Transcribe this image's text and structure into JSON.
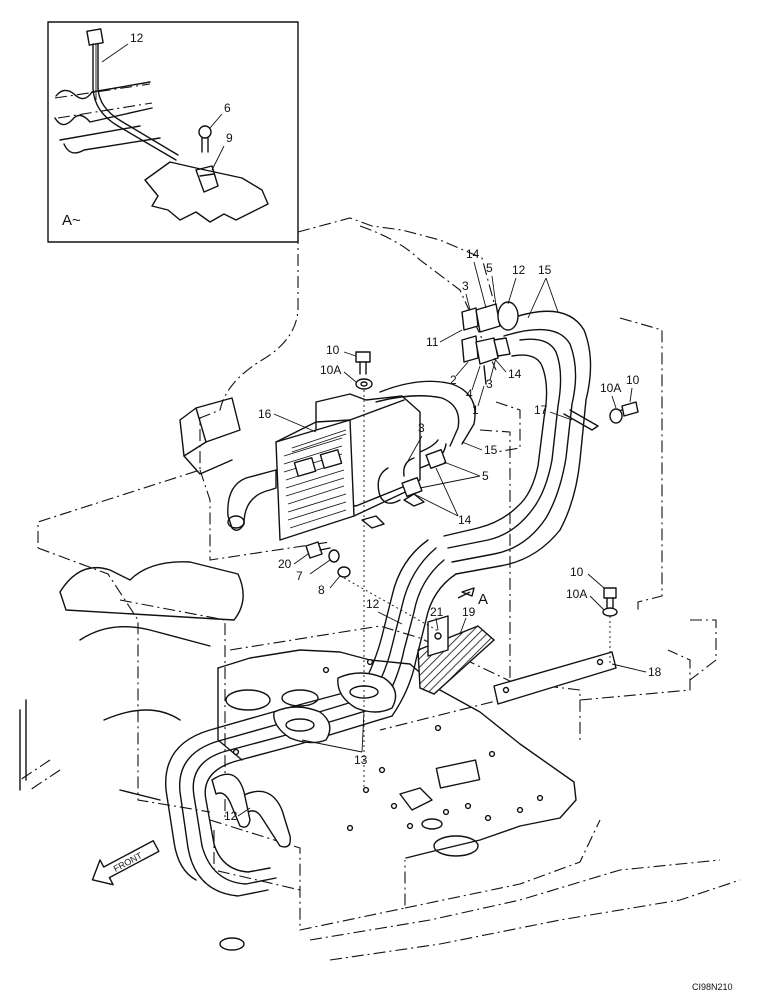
{
  "inset": {
    "view_label": "A~",
    "callouts": [
      "12",
      "6",
      "9"
    ]
  },
  "main_callouts": {
    "c14_top": "14",
    "c5_top": "5",
    "c12_top": "12",
    "c15_top": "15",
    "c3_top": "3",
    "c11": "11",
    "c14_mid": "14",
    "c2": "2",
    "c4": "4",
    "c3_mid": "3",
    "c1": "1",
    "c10_left": "10",
    "c10a_left": "10A",
    "c16": "16",
    "c3_heater": "3",
    "c15_heater": "15",
    "c5_heater": "5",
    "c14_heater": "14",
    "c17": "17",
    "c10a_right": "10A",
    "c10_right": "10",
    "c20": "20",
    "c7": "7",
    "c8": "8",
    "view_a": "A",
    "c12_mid": "12",
    "c21": "21",
    "c19": "19",
    "c10_lower": "10",
    "c10a_lower": "10A",
    "c18": "18",
    "c13": "13",
    "c12_bottom": "12"
  },
  "front_label": "FRONT",
  "drawing_code": "CI98N210"
}
